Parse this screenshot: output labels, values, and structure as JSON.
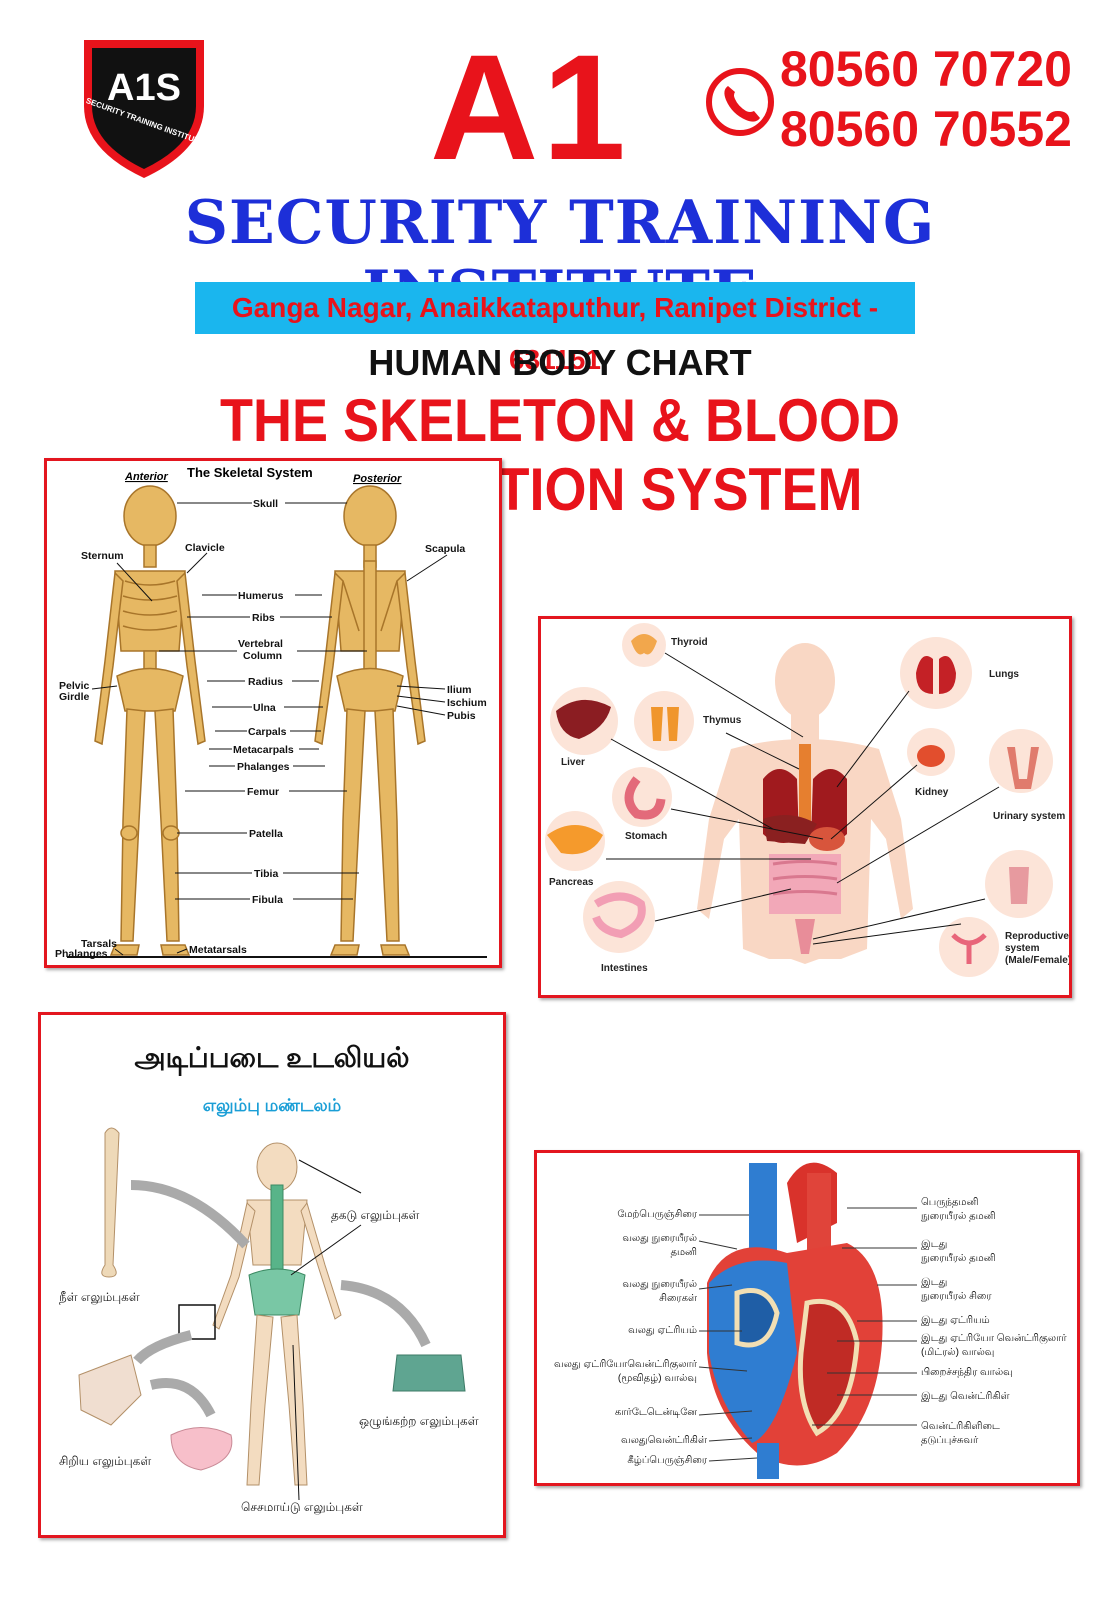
{
  "logo": {
    "letters": "A1S",
    "ring_text": "SECURITY TRAINING INSTITUTE"
  },
  "header": {
    "brand": "A1",
    "phones": [
      "80560 70720",
      "80560 70552"
    ],
    "institute": "SECURITY TRAINING INSTITUTE",
    "address": "Ganga Nagar, Anaikkataputhur, Ranipet District - 631151",
    "subtitle": "HUMAN BODY CHART",
    "title": "THE SKELETON & BLOOD CIRCULATION SYSTEM"
  },
  "skeletal": {
    "title": "The Skeletal System",
    "anterior": "Anterior",
    "posterior": "Posterior",
    "labels": {
      "skull": "Skull",
      "sternum": "Sternum",
      "clavicle": "Clavicle",
      "scapula": "Scapula",
      "humerus": "Humerus",
      "ribs": "Ribs",
      "vertebral1": "Vertebral",
      "vertebral2": "Column",
      "pelvic1": "Pelvic",
      "pelvic2": "Girdle",
      "radius": "Radius",
      "ulna": "Ulna",
      "ilium": "Ilium",
      "ischium": "Ischium",
      "pubis": "Pubis",
      "carpals": "Carpals",
      "metacarpals": "Metacarpals",
      "phalanges": "Phalanges",
      "femur": "Femur",
      "patella": "Patella",
      "tibia": "Tibia",
      "fibula": "Fibula",
      "tarsals": "Tarsals",
      "phalanges2": "Phalanges",
      "metatarsals": "Metatarsals"
    }
  },
  "organs": {
    "thyroid": "Thyroid",
    "lungs": "Lungs",
    "thymus": "Thymus",
    "liver": "Liver",
    "kidney": "Kidney",
    "urinary": "Urinary system",
    "stomach": "Stomach",
    "pancreas": "Pancreas",
    "intestines": "Intestines",
    "repro1": "Reproductive",
    "repro2": "system",
    "repro3": "(Male/Female)"
  },
  "tamil_bones": {
    "title": "அடிப்படை உடலியல்",
    "subtitle": "எலும்பு மண்டலம்",
    "flat": "தகடு எலும்புகள்",
    "long": "நீள் எலும்புகள்",
    "irregular": "ஒழுங்கற்ற எலும்புகள்",
    "small": "சிறிய எலும்புகள்",
    "sesamoid": "செசமாய்டு எலும்புகள்"
  },
  "heart": {
    "left_labels": [
      "மேற்பெருஞ்சிரை",
      "வலது நுரையீரல்",
      "தமனி",
      "வலது நுரையீரல்",
      "சிரைகள்",
      "வலது ஏட்ரியம்",
      "வலது ஏட்ரியோவென்ட்ரிகுலார்",
      "(மூவிதழ்) வால்வு",
      "கார்டேடென்டினே",
      "வலதுவென்ட்ரிகிள்",
      "கீழ்ப்பெருஞ்சிரை"
    ],
    "right_labels": [
      "பெருந்தமனி",
      "நுரையீரல் தமனி",
      "இடது",
      "நுரையீரல் தமனி",
      "இடது",
      "நுரையீரல் சிரை",
      "இடது ஏட்ரியம்",
      "இடது ஏட்ரியோ வென்ட்ரிகுலார்",
      "(மிட்ரல்) வால்வு",
      "பிறைச்சந்திர வால்வு",
      "இடது வென்ட்ரிகிள்",
      "வென்ட்ரிகிளிடை",
      "தடுப்புச்சுவர்"
    ]
  },
  "colors": {
    "red": "#e8131b",
    "blue": "#1d2fd8",
    "cyan": "#1ab6ee",
    "bone": "#e6b863"
  }
}
